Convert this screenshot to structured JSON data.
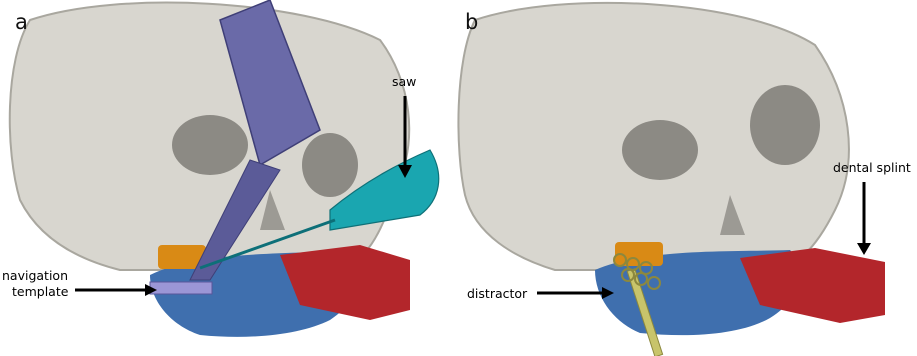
{
  "panels": [
    {
      "letter": "a",
      "labels": {
        "saw": "saw",
        "navigation": "navigation",
        "template": "template"
      }
    },
    {
      "letter": "b",
      "labels": {
        "dental_splint": "dental splint",
        "distractor": "distractor"
      }
    }
  ],
  "colors": {
    "skull": "#d8d6cf",
    "skull_shadow": "#a9a79f",
    "mandible": "#3f6fae",
    "splint": "#b3262b",
    "orange_block": "#d98a15",
    "saw_handle": "#6a6aa8",
    "saw_blade_tool": "#1aa6b0",
    "distractor": "#c8c46b"
  }
}
